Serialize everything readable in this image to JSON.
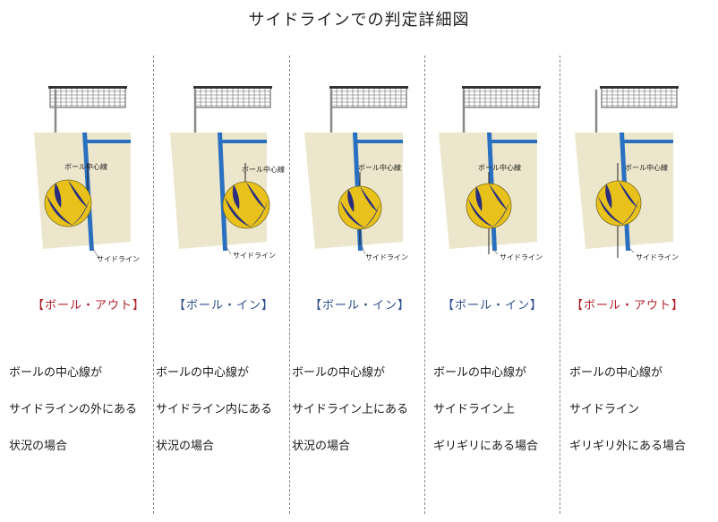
{
  "title": "サイドラインでの判定詳細図",
  "colors": {
    "court": "#ece6cc",
    "line": "#2a70c0",
    "out_red": "#b0202a",
    "in_blue": "#2e4e8e",
    "ball_yellow": "#e8c21a",
    "ball_navy": "#2a2e80"
  },
  "panels": [
    {
      "center_label": "ボール中心線",
      "line_label": "サイドライン",
      "verdict": "【ボール・アウト】",
      "verdict_kind": "out",
      "desc": [
        "ボールの中心線が",
        "サイドラインの外にある",
        "状況の場合"
      ]
    },
    {
      "center_label": "ボール中心線",
      "line_label": "サイドライン",
      "verdict": "【ボール・イン】",
      "verdict_kind": "in",
      "desc": [
        "ボールの中心線が",
        "サイドライン内にある",
        "状況の場合"
      ]
    },
    {
      "center_label": "ボール中心線",
      "line_label": "サイドライン",
      "verdict": "【ボール・イン】",
      "verdict_kind": "in",
      "desc": [
        "ボールの中心線が",
        "サイドライン上にある",
        "状況の場合"
      ]
    },
    {
      "center_label": "ボール中心線",
      "line_label": "サイドライン",
      "verdict": "【ボール・イン】",
      "verdict_kind": "in",
      "desc": [
        "ボールの中心線が",
        "サイドライン上",
        "ギリギリにある場合"
      ]
    },
    {
      "center_label": "ボール中心線",
      "line_label": "サイドライン",
      "verdict": "【ボール・アウト】",
      "verdict_kind": "out",
      "desc": [
        "ボールの中心線が",
        "サイドライン",
        "ギリギリ外にある場合"
      ]
    }
  ]
}
